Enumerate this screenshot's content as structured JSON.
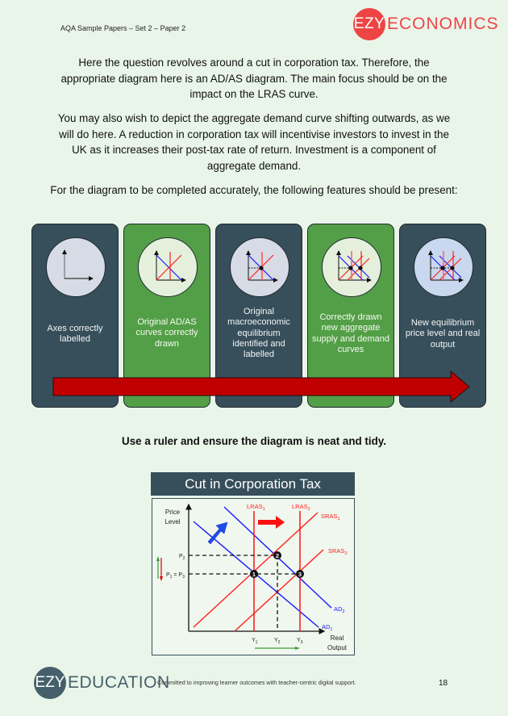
{
  "header": {
    "doc_title": "AQA Sample Papers – Set 2 – Paper 2",
    "logo": {
      "mark": "EZY",
      "word": "ECONOMICS",
      "color": "#ef4444"
    }
  },
  "body": {
    "paragraphs": [
      "Here the question revolves around a cut in corporation tax. Therefore, the appropriate diagram here is an AD/AS diagram. The main focus should be on the impact on the LRAS curve.",
      "You may also wish to depict the aggregate demand curve shifting outwards, as we will do here. A reduction in corporation tax will incentivise investors to invest in the UK as it increases their post-tax rate of return. Investment is a component of aggregate demand.",
      "For the diagram to be completed accurately, the following features should be present:"
    ],
    "ruler_note": "Use a ruler and ensure the diagram is neat and tidy."
  },
  "steps": [
    {
      "label": "Axes correctly labelled",
      "icon": "axes-icon",
      "theme": "dark"
    },
    {
      "label": "Original AD/AS curves correctly drawn",
      "icon": "adas-curves-icon",
      "theme": "green"
    },
    {
      "label": "Original macroeconomic equilibrium identified and labelled",
      "icon": "equilibrium-icon",
      "theme": "dark"
    },
    {
      "label": "Correctly drawn new aggregate supply and demand curves",
      "icon": "shifted-curves-icon",
      "theme": "green"
    },
    {
      "label": "New equilibrium price level and real output",
      "icon": "new-equilibrium-icon",
      "theme": "dark"
    }
  ],
  "colors": {
    "dark_panel": "#374f5a",
    "green_panel": "#539f47",
    "flow_arrow": "#c00000",
    "ad": "#1a1aff",
    "as": "#ff2020"
  },
  "chart_data": {
    "type": "line",
    "title": "Cut in Corporation Tax",
    "xlabel": "Real Output",
    "ylabel": "Price Level",
    "x_ticks": [
      "Y1",
      "Y2",
      "Y3"
    ],
    "y_ticks": [
      "P2",
      "P1 = P3"
    ],
    "series": [
      {
        "name": "AD1",
        "color": "blue",
        "kind": "downward"
      },
      {
        "name": "AD2",
        "color": "blue",
        "kind": "downward (shifted right)"
      },
      {
        "name": "SRAS1",
        "color": "red",
        "kind": "upward"
      },
      {
        "name": "SRAS2",
        "color": "red",
        "kind": "upward (shifted right)"
      },
      {
        "name": "LRAS1",
        "color": "red",
        "kind": "vertical at Y1"
      },
      {
        "name": "LRAS2",
        "color": "red",
        "kind": "vertical at Y3"
      }
    ],
    "equilibria": [
      {
        "label": "1",
        "x": "Y1",
        "y": "P1"
      },
      {
        "label": "2",
        "x": "Y2",
        "y": "P2"
      },
      {
        "label": "3",
        "x": "Y3",
        "y": "P3"
      }
    ],
    "annotations": [
      "blue arrow: AD shifts right",
      "red arrow: LRAS shifts right",
      "green/red arrows: price level rises then falls",
      "green arrow: output increases"
    ],
    "labels": {
      "lras1": "LRAS",
      "lras1_sub": "1",
      "lras2": "LRAS",
      "lras2_sub": "2",
      "sras1": "SRAS",
      "sras1_sub": "1",
      "sras2": "SRAS",
      "sras2_sub": "2",
      "ad1": "AD",
      "ad1_sub": "1",
      "ad2": "AD",
      "ad2_sub": "2",
      "p2": "P",
      "p2_sub": "2",
      "p13": "P",
      "p13_sub1": "1",
      "p13_eq": " = P",
      "p13_sub2": "3",
      "y1": "Y",
      "y1_sub": "1",
      "y2": "Y",
      "y2_sub": "2",
      "y3": "Y",
      "y3_sub": "3",
      "ylabel_line1": "Price",
      "ylabel_line2": "Level",
      "xlabel_line1": "Real",
      "xlabel_line2": "Output",
      "pt1": "1",
      "pt2": "2",
      "pt3": "3"
    }
  },
  "footer": {
    "logo": {
      "mark": "EZY",
      "word": "EDUCATION"
    },
    "tagline": "Committed to improving learner outcomes with teacher-centric digital support.",
    "page_number": "18"
  }
}
